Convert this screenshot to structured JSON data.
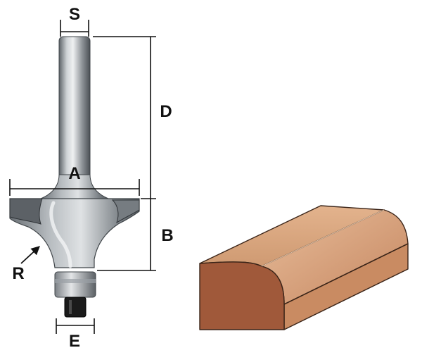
{
  "labels": {
    "shank_diameter": "S",
    "cutting_diameter": "A",
    "overall_length": "D",
    "cutting_length": "B",
    "radius": "R",
    "bearing_diameter": "E"
  },
  "colors": {
    "line": "#111111",
    "steel_light": "#c9ccd0",
    "steel_mid": "#8f9499",
    "steel_dark": "#4f5559",
    "carbide": "#5c6166",
    "bearing_black": "#1b1b1b",
    "wood_top": "#d9a77f",
    "wood_front": "#a0593a",
    "wood_side": "#c98b62",
    "wood_edge": "#3a2418"
  }
}
